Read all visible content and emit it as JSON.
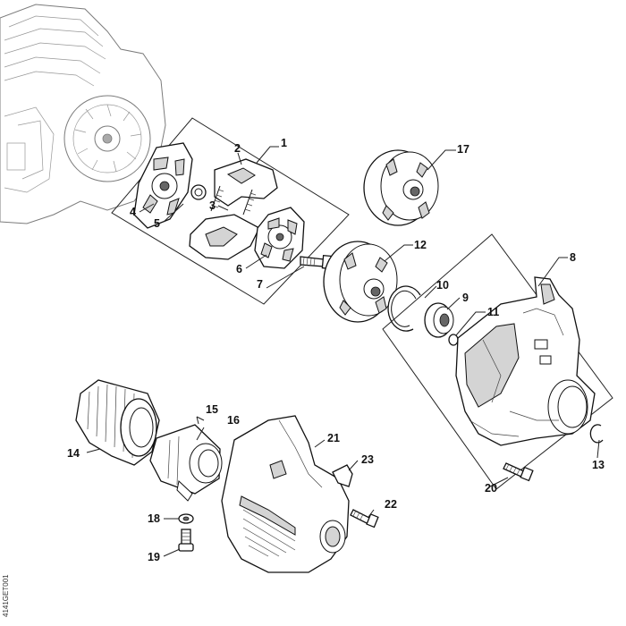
{
  "diagram": {
    "callouts": {
      "c1": "1",
      "c2": "2",
      "c3": "3",
      "c4": "4",
      "c5": "5",
      "c6": "6",
      "c7": "7",
      "c8": "8",
      "c9": "9",
      "c10": "10",
      "c11": "11",
      "c12": "12",
      "c13": "13",
      "c14": "14",
      "c15": "15",
      "c16": "16",
      "c17": "17",
      "c18": "18",
      "c19": "19",
      "c20": "20",
      "c21": "21",
      "c22": "22",
      "c23": "23"
    },
    "drawing_code": "4141GET001"
  }
}
